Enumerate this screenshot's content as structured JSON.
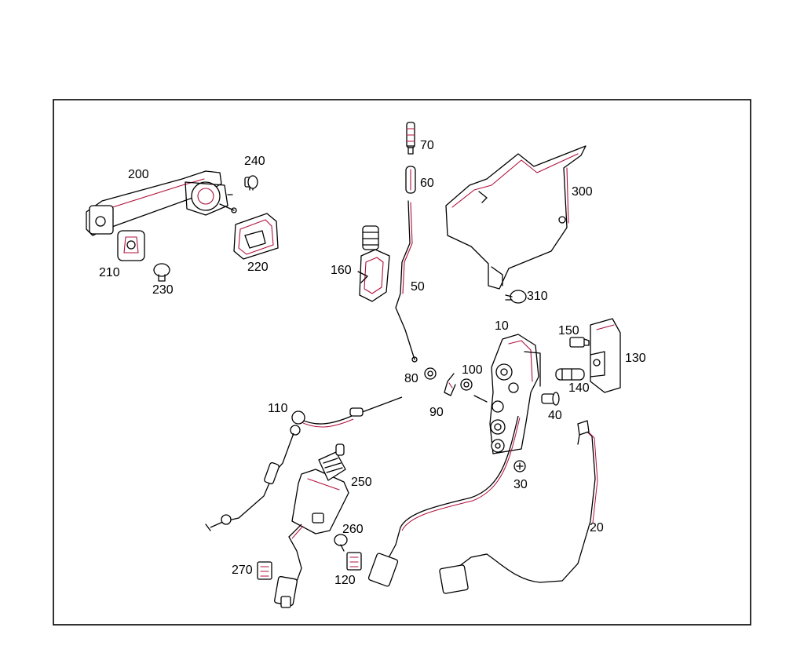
{
  "callouts": [
    {
      "key": "200",
      "text": "200"
    },
    {
      "key": "240",
      "text": "240"
    },
    {
      "key": "210",
      "text": "210"
    },
    {
      "key": "230",
      "text": "230"
    },
    {
      "key": "220",
      "text": "220"
    },
    {
      "key": "70",
      "text": "70"
    },
    {
      "key": "60",
      "text": "60"
    },
    {
      "key": "50",
      "text": "50"
    },
    {
      "key": "160",
      "text": "160"
    },
    {
      "key": "300",
      "text": "300"
    },
    {
      "key": "310",
      "text": "310"
    },
    {
      "key": "10",
      "text": "10"
    },
    {
      "key": "150",
      "text": "150"
    },
    {
      "key": "130",
      "text": "130"
    },
    {
      "key": "140",
      "text": "140"
    },
    {
      "key": "80",
      "text": "80"
    },
    {
      "key": "100",
      "text": "100"
    },
    {
      "key": "90",
      "text": "90"
    },
    {
      "key": "40",
      "text": "40"
    },
    {
      "key": "110",
      "text": "110"
    },
    {
      "key": "250",
      "text": "250"
    },
    {
      "key": "30",
      "text": "30"
    },
    {
      "key": "20",
      "text": "20"
    },
    {
      "key": "260",
      "text": "260"
    },
    {
      "key": "270",
      "text": "270"
    },
    {
      "key": "120",
      "text": "120"
    }
  ]
}
